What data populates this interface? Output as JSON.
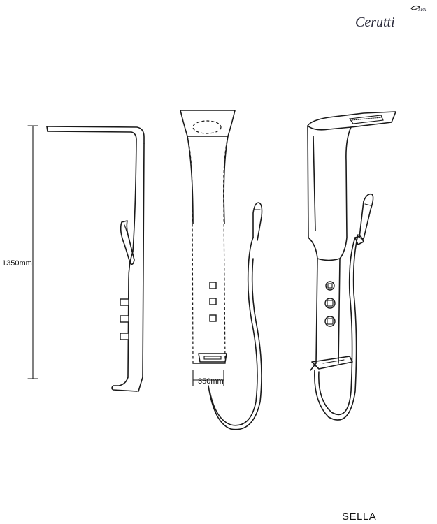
{
  "brand": {
    "name": "Cerutti",
    "sub": "SPA"
  },
  "dimensions": {
    "height_label": "1350mm",
    "width_label": "350mm"
  },
  "model": {
    "name": "SELLA"
  }
}
